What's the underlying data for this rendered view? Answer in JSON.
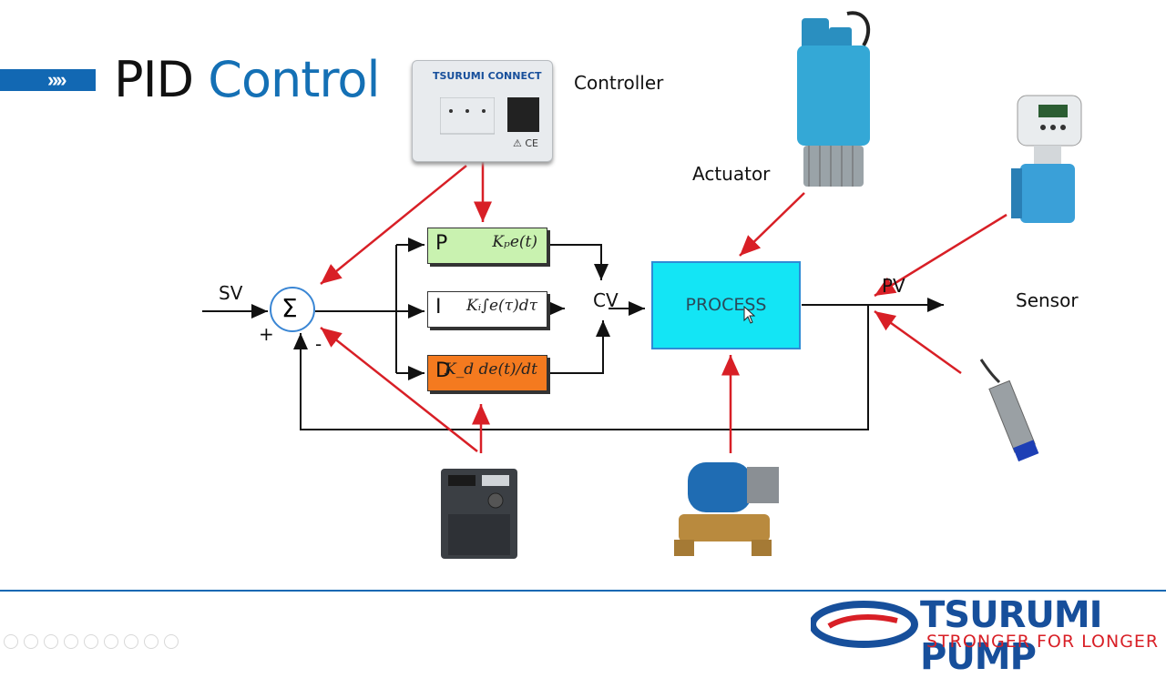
{
  "title": {
    "part1": "PID",
    "part2": "Control"
  },
  "labels": {
    "controller": "Controller",
    "actuator": "Actuator",
    "sensor": "Sensor",
    "sv": "SV",
    "pv": "PV",
    "cv": "CV",
    "plus": "+",
    "minus": "-",
    "sigma": "Σ"
  },
  "blocks": {
    "p": {
      "letter": "P",
      "formula": "Kₚe(t)",
      "color": "#c9f2b0"
    },
    "i": {
      "letter": "I",
      "formula": "Kᵢ∫e(τ)dτ",
      "color": "#ffffff"
    },
    "d": {
      "letter": "D",
      "formula": "K_d de(t)/dt",
      "color": "#f47a1f"
    },
    "process": "PROCESS"
  },
  "controller_device": {
    "brand": "TSURUMI CONNECT",
    "mark": "⚠ CE"
  },
  "footer": {
    "brand_name": "TSURUMI PUMP",
    "tagline": "STRONGER FOR LONGER"
  },
  "colors": {
    "accent_blue": "#1268b3",
    "arrow_red": "#d81f26",
    "process_cyan": "#13e5f5"
  }
}
